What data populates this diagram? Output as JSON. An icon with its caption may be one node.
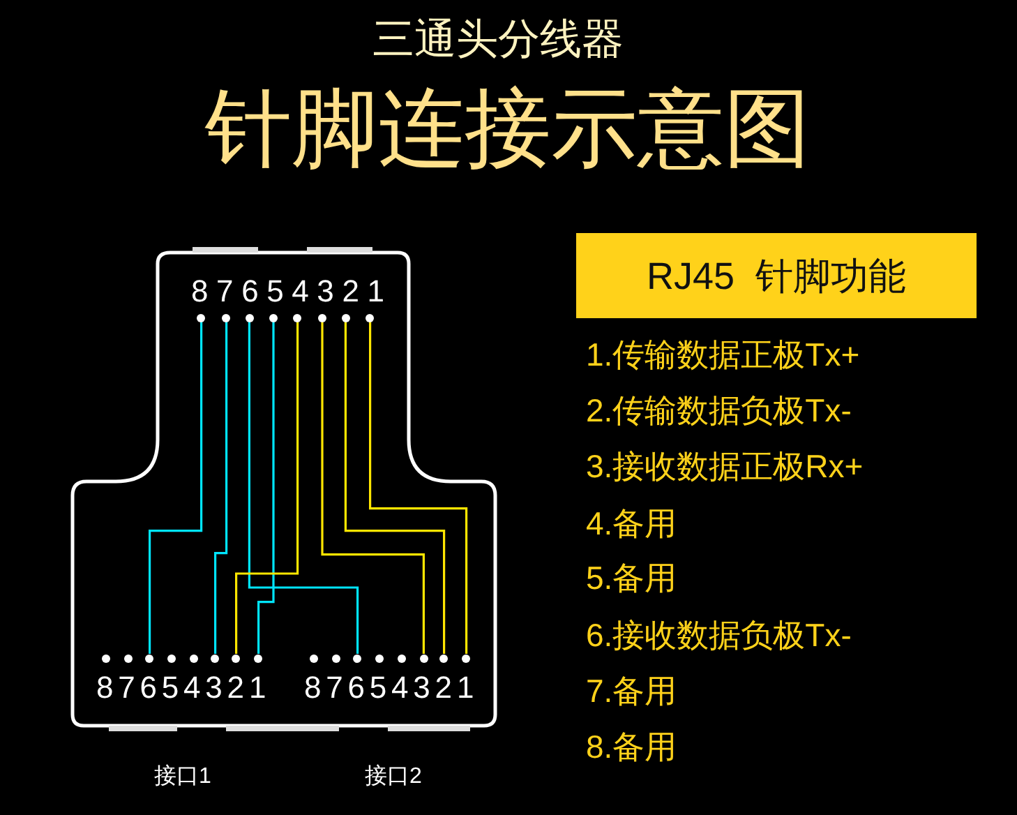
{
  "diagram": {
    "title": "针脚连接示意图",
    "nodes": [
      {
        "text": [],
        "shape": "circle"
      },
      {
        "text": [],
        "shape": "circle"
      },
      {
        "text": [],
        "shape": "circle"
      },
      {
        "text": [],
        "shape": "circle"
      },
      {
        "text": [],
        "shape": "circle"
      },
      {
        "text": [],
        "shape": "circle"
      },
      {
        "text": [],
        "shape": "circle"
      },
      {
        "text": [],
        "shape": "circle"
      },
      {
        "text": [],
        "shape": "circle"
      },
      {
        "text": [],
        "shape": "circle"
      },
      {
        "text": [],
        "shape": "circle"
      },
      {
        "text": [],
        "shape": "circle"
      },
      {
        "text": [],
        "shape": "circle"
      },
      {
        "text": [],
        "shape": "circle"
      },
      {
        "text": [],
        "shape": "circle"
      },
      {
        "text": [],
        "shape": "circle"
      },
      {
        "text": [],
        "shape": "circle"
      },
      {
        "text": [],
        "shape": "circle"
      },
      {
        "text": [],
        "shape": "circle"
      },
      {
        "text": [],
        "shape": "circle"
      },
      {
        "text": [],
        "shape": "circle"
      },
      {
        "text": [],
        "shape": "circle"
      },
      {
        "text": [],
        "shape": "circle"
      },
      {
        "text": [],
        "shape": "circle"
      },
      {
        "text": [
          "RJ45  针脚功能"
        ]
      }
    ],
    "edges": [
      {
        "from": 0,
        "to": 10,
        "arrow": "none",
        "color": "#00e5ff"
      },
      {
        "from": 1,
        "to": 13,
        "arrow": "none",
        "color": "#00e5ff"
      },
      {
        "from": 2,
        "to": 18,
        "arrow": "none",
        "color": "#00e5ff"
      },
      {
        "from": 3,
        "to": 15,
        "arrow": "none",
        "color": "#00e5ff"
      },
      {
        "from": 4,
        "to": 14,
        "arrow": "none",
        "color": "#ffe600"
      },
      {
        "from": 5,
        "to": 21,
        "arrow": "none",
        "color": "#ffe600"
      },
      {
        "from": 6,
        "to": 22,
        "arrow": "none",
        "color": "#ffe600"
      },
      {
        "from": 7,
        "to": 23,
        "arrow": "none",
        "color": "#ffe600"
      }
    ],
    "labels": [
      "三通头分线器",
      "87654321",
      "87654321",
      "87654321",
      "接口1",
      "接口2",
      "1.传输数据正极Tx+",
      "2.传输数据负极Tx-",
      "3.接收数据正极Rx+",
      "4.备用",
      "5.备用",
      "6.接收数据负极Tx-",
      "7.备用",
      "8.备用"
    ]
  }
}
